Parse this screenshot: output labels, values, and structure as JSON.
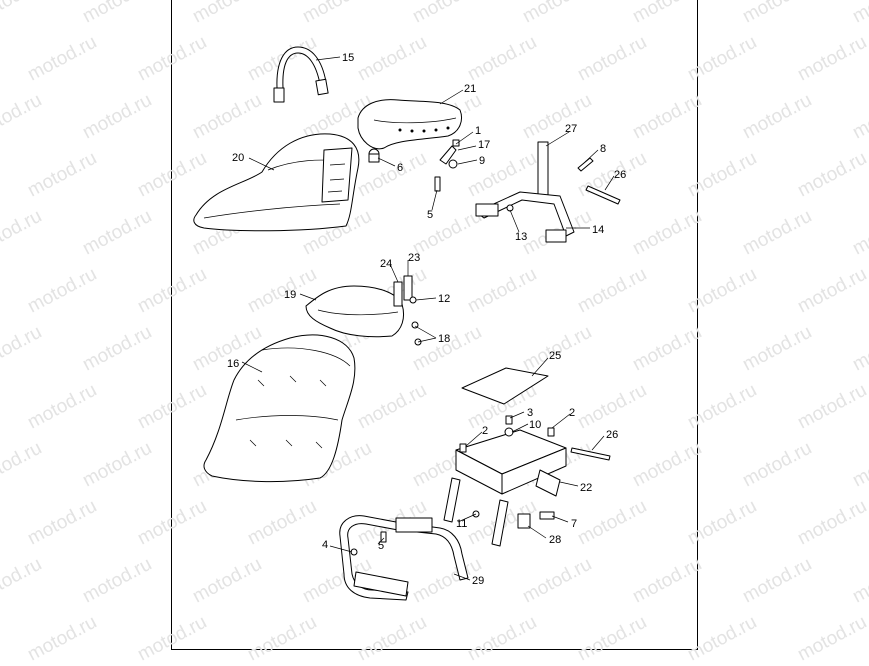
{
  "watermark": "motod.ru",
  "parts": [
    {
      "id": "p1",
      "number": "1"
    },
    {
      "id": "p2a",
      "number": "2"
    },
    {
      "id": "p2b",
      "number": "2"
    },
    {
      "id": "p3",
      "number": "3"
    },
    {
      "id": "p4",
      "number": "4"
    },
    {
      "id": "p5a",
      "number": "5"
    },
    {
      "id": "p5b",
      "number": "5"
    },
    {
      "id": "p6",
      "number": "6"
    },
    {
      "id": "p7",
      "number": "7"
    },
    {
      "id": "p8",
      "number": "8"
    },
    {
      "id": "p9",
      "number": "9"
    },
    {
      "id": "p10",
      "number": "10"
    },
    {
      "id": "p11",
      "number": "11"
    },
    {
      "id": "p12",
      "number": "12"
    },
    {
      "id": "p13",
      "number": "13"
    },
    {
      "id": "p14",
      "number": "14"
    },
    {
      "id": "p15",
      "number": "15"
    },
    {
      "id": "p16",
      "number": "16"
    },
    {
      "id": "p17",
      "number": "17"
    },
    {
      "id": "p18",
      "number": "18"
    },
    {
      "id": "p19",
      "number": "19"
    },
    {
      "id": "p20",
      "number": "20"
    },
    {
      "id": "p21",
      "number": "21"
    },
    {
      "id": "p22",
      "number": "22"
    },
    {
      "id": "p23",
      "number": "23"
    },
    {
      "id": "p24",
      "number": "24"
    },
    {
      "id": "p25",
      "number": "25"
    },
    {
      "id": "p26a",
      "number": "26"
    },
    {
      "id": "p26b",
      "number": "26"
    },
    {
      "id": "p27",
      "number": "27"
    },
    {
      "id": "p28",
      "number": "28"
    },
    {
      "id": "p29",
      "number": "29"
    }
  ]
}
